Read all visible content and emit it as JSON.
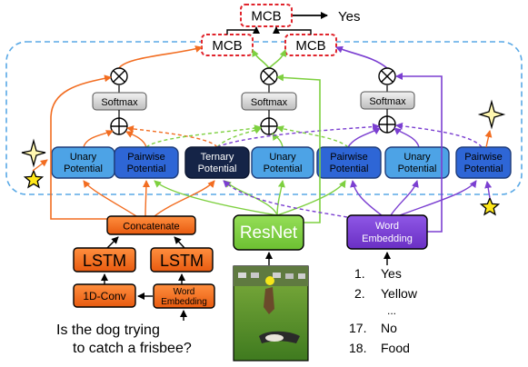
{
  "top": {
    "mcb_label": "MCB",
    "output_label": "Yes"
  },
  "softmax_label": "Softmax",
  "potentials": {
    "unary_1": [
      "Unary",
      "Potential"
    ],
    "pairwise_1": [
      "Pairwise",
      "Potential"
    ],
    "ternary": [
      "Ternary",
      "Potential"
    ],
    "unary_2": [
      "Unary",
      "Potential"
    ],
    "pairwise_2": [
      "Pairwise",
      "Potential"
    ],
    "unary_3": [
      "Unary",
      "Potential"
    ],
    "pairwise_3": [
      "Pairwise",
      "Potential"
    ]
  },
  "question_branch": {
    "concatenate": "Concatenate",
    "lstm_1": "LSTM",
    "lstm_2": "LSTM",
    "conv": "1D-Conv",
    "word_embedding": [
      "Word",
      "Embedding"
    ],
    "question_text": [
      "Is the dog trying",
      "to catch a frisbee?"
    ]
  },
  "image_branch": {
    "resnet": "ResNet"
  },
  "answer_branch": {
    "word_embedding": [
      "Word",
      "Embedding"
    ],
    "answers": [
      {
        "num": "1.",
        "text": "Yes"
      },
      {
        "num": "2.",
        "text": "Yellow"
      },
      {
        "num": "",
        "text": "..."
      },
      {
        "num": "17.",
        "text": "No"
      },
      {
        "num": "18.",
        "text": "Food"
      }
    ]
  },
  "colors": {
    "orange": "#f26d21",
    "green": "#7ed040",
    "purple": "#7b3fd1",
    "mcb_red": "#e0242c",
    "dashed_blue": "#5aa9e6",
    "unary_fill": "#4da3e6",
    "pairwise_fill": "#2e66d6",
    "ternary_fill": "#152447"
  }
}
